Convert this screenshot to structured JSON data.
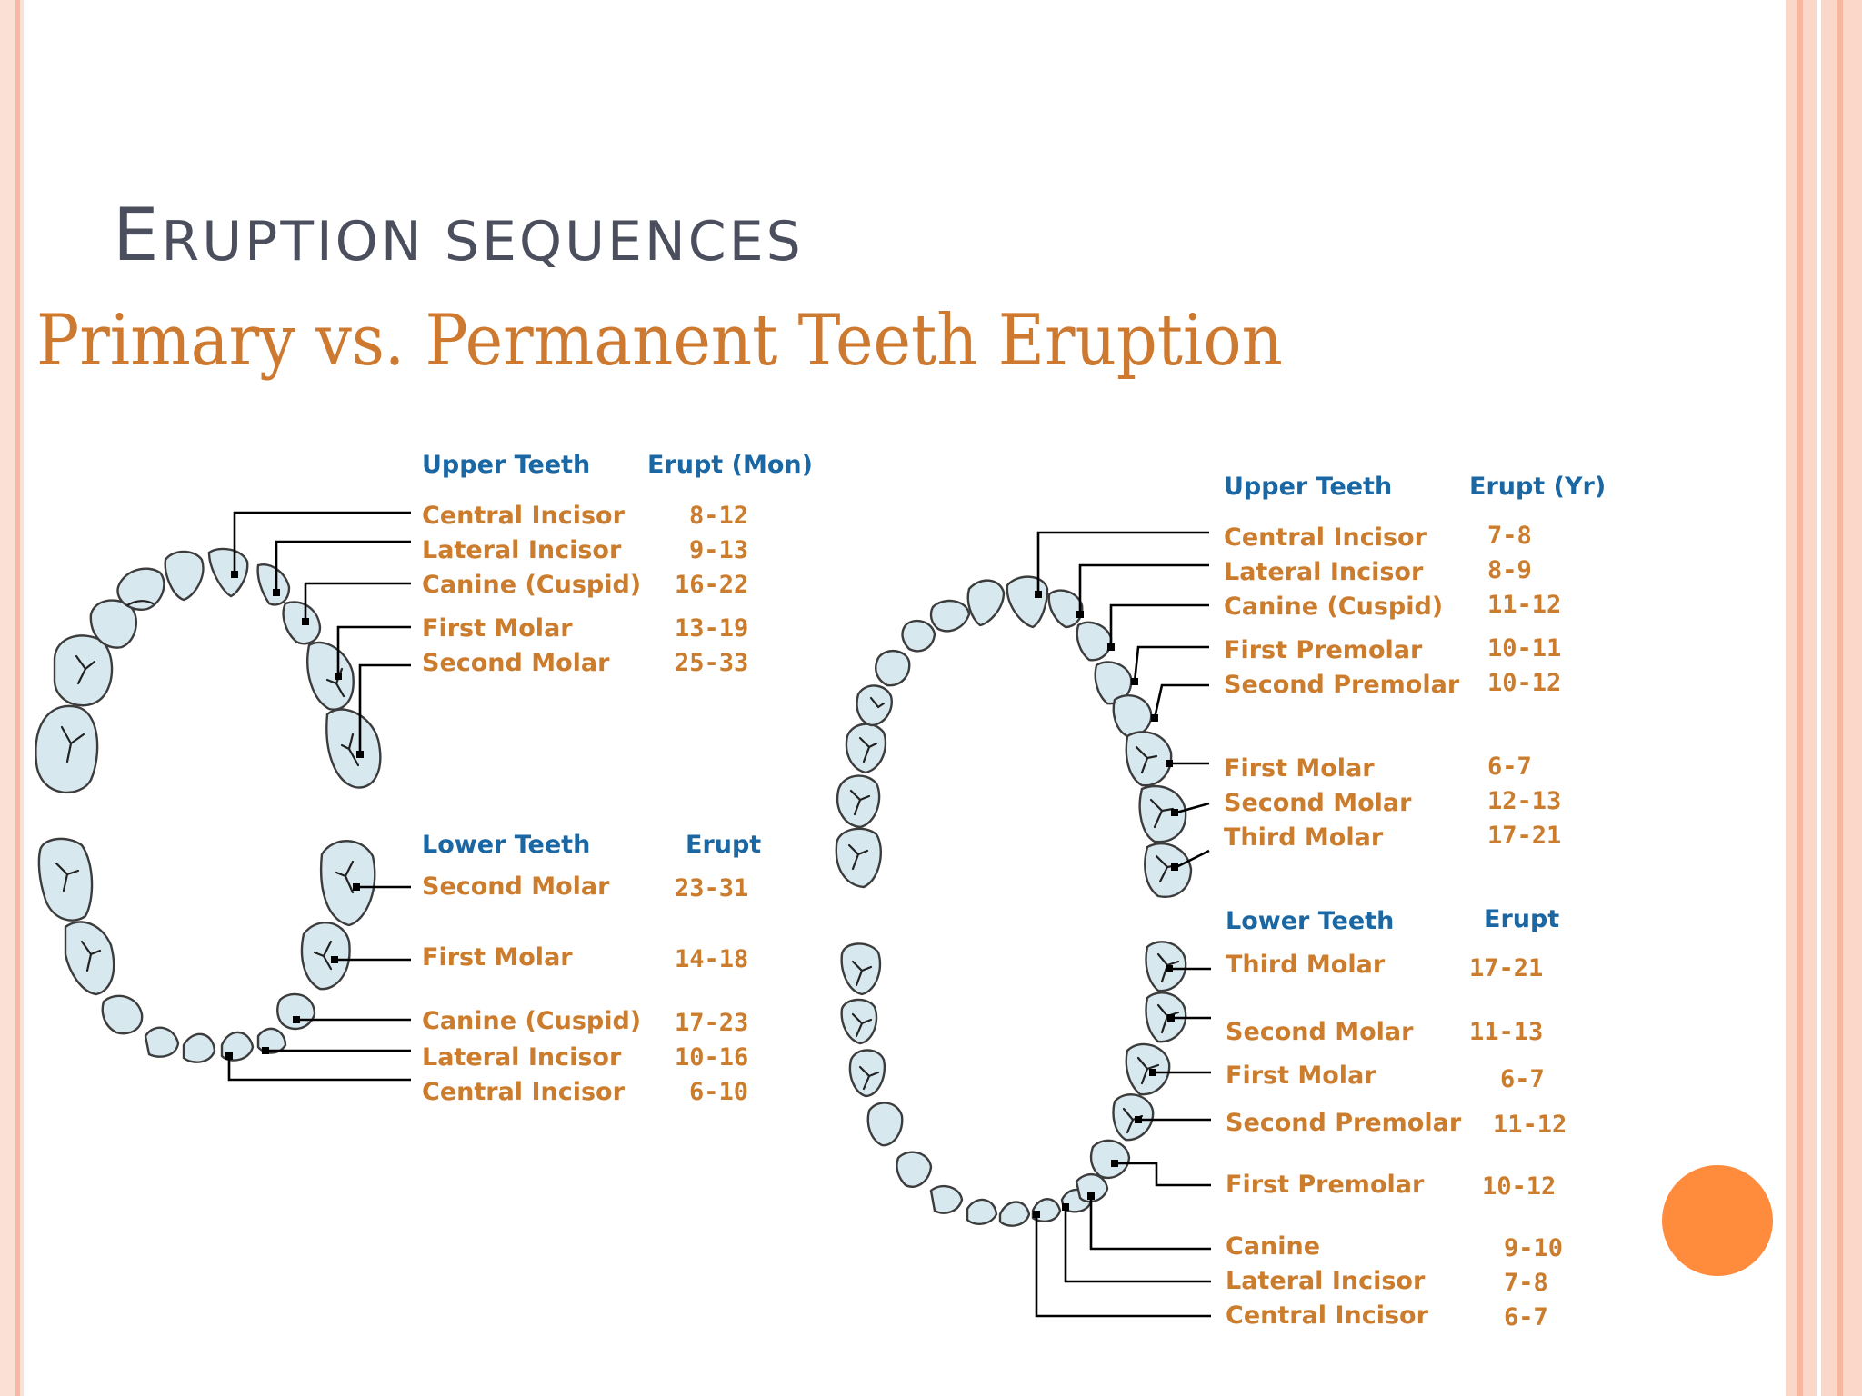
{
  "slide": {
    "title_first_letter": "E",
    "title_rest": "ruption sequences",
    "chart_title": "Primary vs. Permanent Teeth Eruption"
  },
  "primary": {
    "upper": {
      "header_left": "Upper Teeth",
      "header_right": "Erupt (Mon)",
      "rows": [
        {
          "name": "Central Incisor",
          "age": "8-12"
        },
        {
          "name": "Lateral Incisor",
          "age": "9-13"
        },
        {
          "name": "Canine (Cuspid)",
          "age": "16-22"
        },
        {
          "name": "First Molar",
          "age": "13-19"
        },
        {
          "name": "Second Molar",
          "age": "25-33"
        }
      ]
    },
    "lower": {
      "header_left": "Lower Teeth",
      "header_right": "Erupt",
      "rows": [
        {
          "name": "Second Molar",
          "age": "23-31"
        },
        {
          "name": "First Molar",
          "age": "14-18"
        },
        {
          "name": "Canine (Cuspid)",
          "age": "17-23"
        },
        {
          "name": "Lateral Incisor",
          "age": "10-16"
        },
        {
          "name": "Central Incisor",
          "age": "6-10"
        }
      ]
    }
  },
  "permanent": {
    "upper": {
      "header_left": "Upper Teeth",
      "header_right": "Erupt (Yr)",
      "rows": [
        {
          "name": "Central Incisor",
          "age": "7-8"
        },
        {
          "name": "Lateral Incisor",
          "age": "8-9"
        },
        {
          "name": "Canine (Cuspid)",
          "age": "11-12"
        },
        {
          "name": "First Premolar",
          "age": "10-11"
        },
        {
          "name": "Second Premolar",
          "age": "10-12"
        },
        {
          "name": "First Molar",
          "age": "6-7"
        },
        {
          "name": "Second Molar",
          "age": "12-13"
        },
        {
          "name": "Third Molar",
          "age": "17-21"
        }
      ]
    },
    "lower": {
      "header_left": "Lower Teeth",
      "header_right": "Erupt",
      "rows": [
        {
          "name": "Third Molar",
          "age": "17-21"
        },
        {
          "name": "Second Molar",
          "age": "11-13"
        },
        {
          "name": "First Molar",
          "age": "6-7"
        },
        {
          "name": "Second Premolar",
          "age": "11-12"
        },
        {
          "name": "First Premolar",
          "age": "10-12"
        },
        {
          "name": "Canine",
          "age": "9-10"
        },
        {
          "name": "Lateral Incisor",
          "age": "7-8"
        },
        {
          "name": "Central Incisor",
          "age": "6-7"
        }
      ]
    }
  },
  "colors": {
    "header_blue": "#1a67a3",
    "label_orange": "#cb7c2c",
    "title_gray": "#4a4e5d",
    "accent_circle": "#ff8b3d",
    "border_peach": "#f7b6a0",
    "tooth_fill": "#d8e8ef"
  }
}
